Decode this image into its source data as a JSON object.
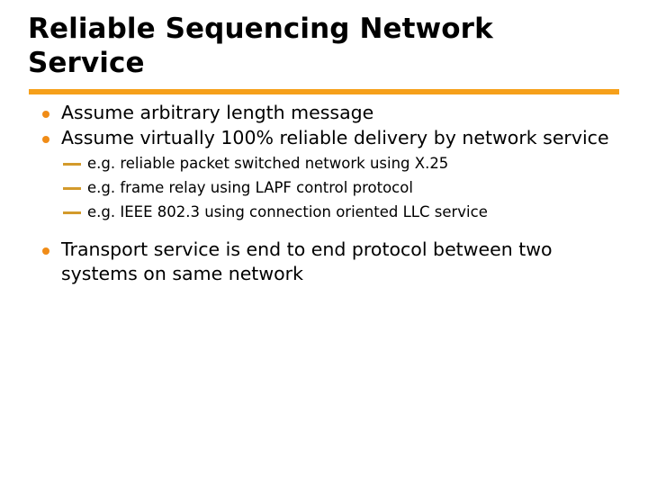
{
  "slide": {
    "title": "Reliable Sequencing Network Service",
    "title_lines": [
      "Reliable Sequencing Network",
      "Service"
    ],
    "background_color": "#FFFFFF",
    "text_color": "#000000"
  },
  "divider": {
    "color": "#F6A01A"
  },
  "markers": {
    "level1_bullet_color": "#F08C17",
    "level2_dash_color": "#D39A2B",
    "level1_bullet_glyph": "round-bullet",
    "level2_dash_glyph": "em-dash"
  },
  "body": {
    "items": [
      {
        "level": 1,
        "text": "Assume arbitrary length message"
      },
      {
        "level": 1,
        "text": "Assume virtually 100% reliable delivery by network service"
      },
      {
        "level": 2,
        "text": "e.g. reliable packet switched network using X.25"
      },
      {
        "level": 2,
        "text": "e.g. frame relay using LAPF control protocol"
      },
      {
        "level": 2,
        "text": "e.g. IEEE 802.3 using connection oriented LLC service"
      },
      {
        "level": 1,
        "text": "Transport service is end to end protocol between two systems on same network"
      }
    ]
  }
}
